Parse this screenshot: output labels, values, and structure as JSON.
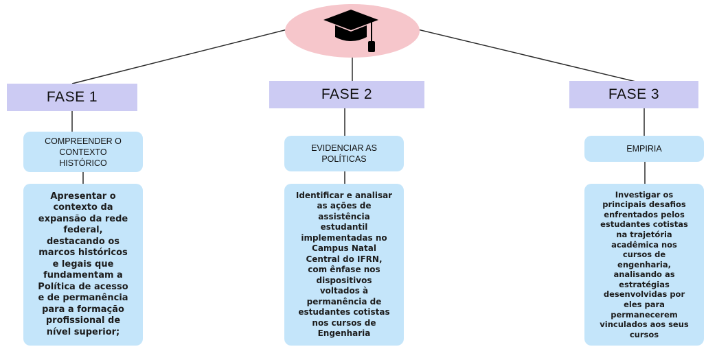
{
  "root": {
    "icon": "graduation-cap-icon",
    "color": "#f6c6cb"
  },
  "phases": [
    {
      "title": "FASE 1",
      "goal": "COMPREENDER O\nCONTEXTO\nHISTÓRICO",
      "description": "Apresentar o\ncontexto da\nexpansão da rede\nfederal,\ndestacando os\nmarcos históricos\ne legais que\nfundamentam a\nPolítica de acesso\ne de permanência\npara a formação\nprofissional de\nnível superior;"
    },
    {
      "title": "FASE 2",
      "goal": "EVIDENCIAR AS\nPOLÍTICAS",
      "description": "Identificar e analisar\nas ações de\nassistência\nestudantil\nimplementadas no\nCampus Natal\nCentral do IFRN,\ncom ênfase nos\ndispositivos\nvoltados à\npermanência de\nestudantes cotistas\nnos cursos de\nEngenharia"
    },
    {
      "title": "FASE 3",
      "goal": "EMPIRIA",
      "description": "Investigar os\nprincipais desafios\nenfrentados pelos\nestudantes cotistas\nna trajetória\nacadêmica nos\ncursos de\nengenharia,\nanalisando as\nestratégias\ndesenvolvidas por\neles para\npermanecerem\nvinculados aos seus\ncursos"
    }
  ],
  "colors": {
    "phase_header": "#cccbf3",
    "box": "#c4e5fa"
  }
}
